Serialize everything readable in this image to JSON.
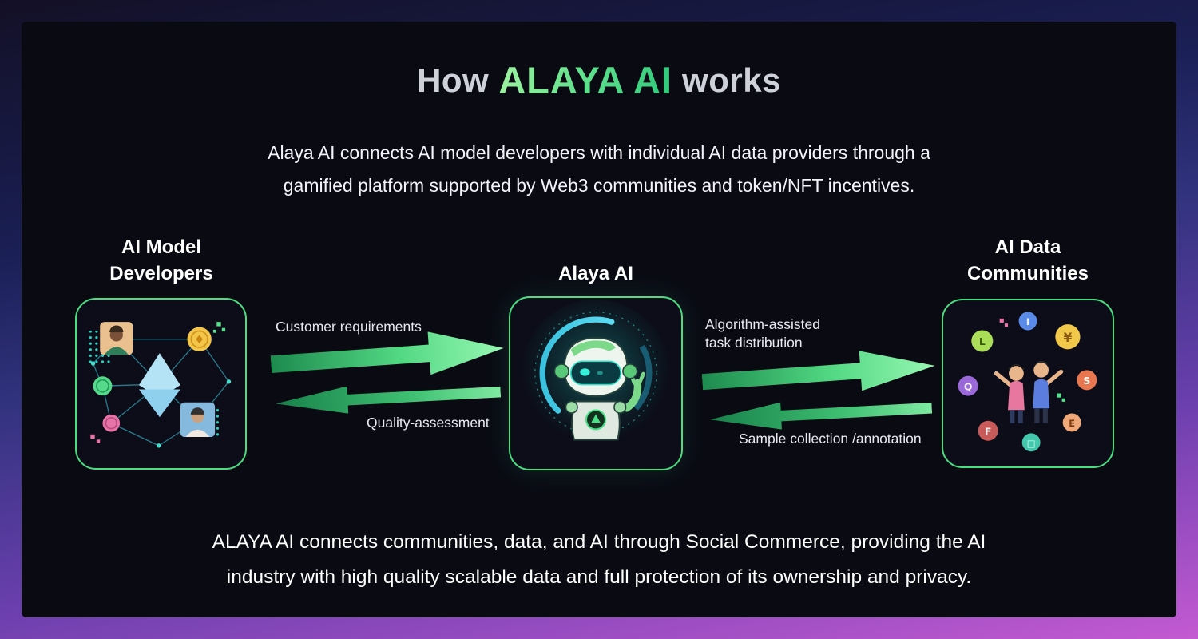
{
  "title": {
    "prefix": "How",
    "brand": "ALAYA AI",
    "suffix": "works"
  },
  "subtitle": {
    "line1": "Alaya AI connects AI model developers with individual AI data providers through a",
    "line2": "gamified platform supported by Web3 communities and token/NFT incentives."
  },
  "nodes": {
    "developers": {
      "label_line1": "AI Model",
      "label_line2": "Developers"
    },
    "alaya": {
      "label": "Alaya AI"
    },
    "communities": {
      "label_line1": "AI Data",
      "label_line2": "Communities"
    }
  },
  "flows": {
    "customer_requirements": {
      "label": "Customer requirements",
      "direction": "right"
    },
    "quality_assessment": {
      "label": "Quality-assessment",
      "direction": "left"
    },
    "algorithm_task": {
      "label_line1": "Algorithm-assisted",
      "label_line2": "task distribution",
      "direction": "right"
    },
    "sample_collection": {
      "label": "Sample collection /annotation",
      "direction": "left"
    }
  },
  "footer": {
    "line1": "ALAYA AI connects communities, data, and AI through Social Commerce, providing the AI",
    "line2": "industry with high quality scalable data and full protection of its ownership and privacy."
  },
  "colors": {
    "accent_green": "#4ade80",
    "brand_gradient": [
      "#9ff2a0",
      "#2dc97b"
    ],
    "arrow_gradient": [
      "#1d8a4e",
      "#96f7b2"
    ],
    "title_gray": "#ced1da",
    "text_white": "#f4f4f8",
    "canvas_background": "#0a0a13",
    "frame_gradient": [
      "#131026",
      "#1a1f55",
      "#6b3fae",
      "#c45ad2"
    ]
  }
}
